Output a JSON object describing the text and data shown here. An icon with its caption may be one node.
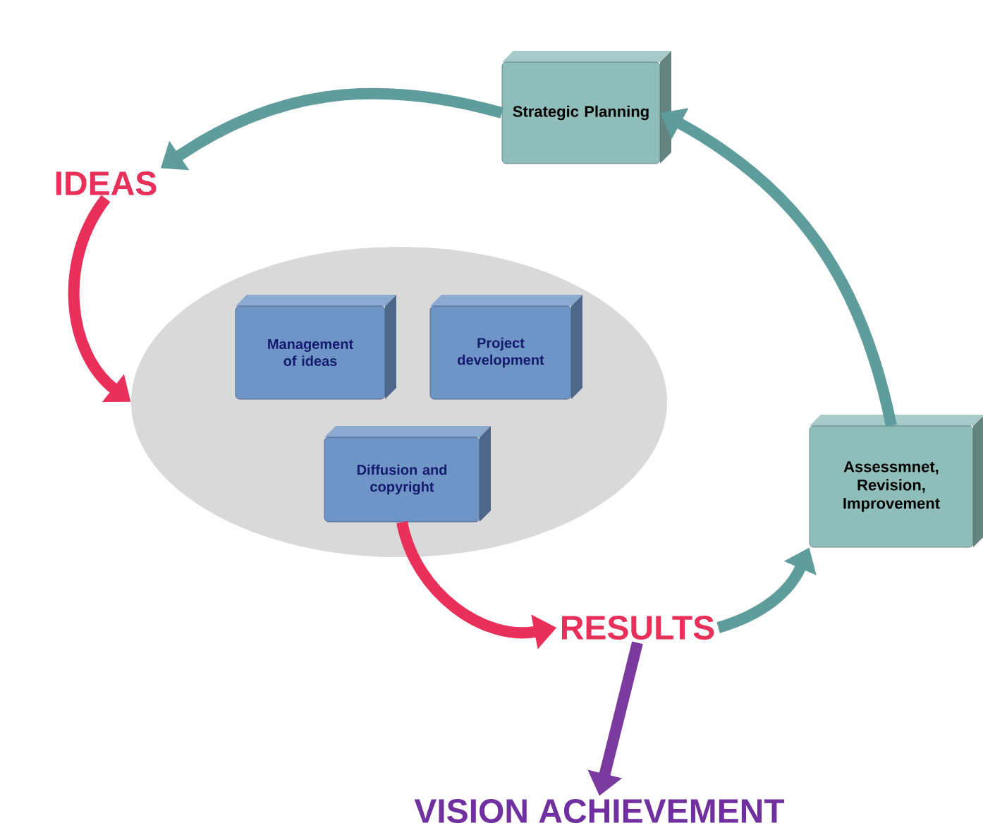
{
  "diagram": {
    "nodes": [
      {
        "text": [
          "Strategic Planning"
        ]
      },
      {
        "text": [
          "IDEAS"
        ]
      },
      {
        "text": [],
        "shape": "ellipse"
      },
      {
        "text": [
          "Management of ideas"
        ],
        "in": 2
      },
      {
        "text": [
          "Project development"
        ],
        "in": 2
      },
      {
        "text": [
          "Diffusion and copyright"
        ],
        "in": 2
      },
      {
        "text": [
          "RESULTS"
        ]
      },
      {
        "text": [
          "VISION ACHIEVEMENT"
        ]
      },
      {
        "text": [
          "Assessmnet, Revision, Improvement"
        ]
      }
    ],
    "edges": [
      {
        "from": 0,
        "to": 1,
        "arrow": "to",
        "color": "#5f9c9c"
      },
      {
        "from": 1,
        "to": 2,
        "arrow": "to",
        "color": "#e8305a"
      },
      {
        "from": 5,
        "to": 6,
        "arrow": "to",
        "color": "#e8305a"
      },
      {
        "from": 6,
        "to": 8,
        "arrow": "to",
        "color": "#5f9c9c"
      },
      {
        "from": 8,
        "to": 0,
        "arrow": "to",
        "color": "#5f9c9c"
      },
      {
        "from": 6,
        "to": 7,
        "arrow": "to",
        "color": "#7a3a9e"
      }
    ]
  }
}
